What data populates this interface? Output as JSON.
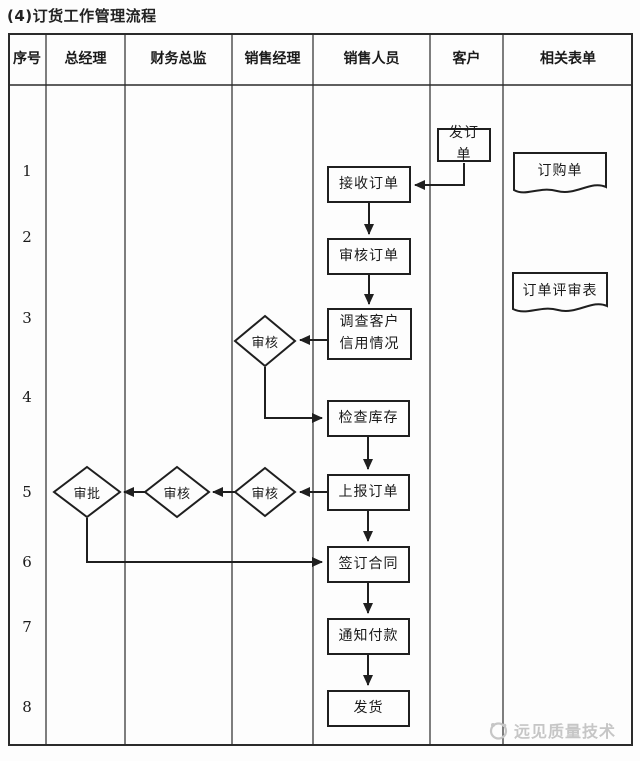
{
  "title": "(4)订货工作管理流程",
  "table": {
    "columns": {
      "seq": "序号",
      "gm": "总经理",
      "fd": "财务总监",
      "sm": "销售经理",
      "sp": "销售人员",
      "cust": "客户",
      "forms": "相关表单"
    },
    "row_numbers": [
      "1",
      "2",
      "3",
      "4",
      "5",
      "6",
      "7",
      "8"
    ]
  },
  "nodes": {
    "send_order": "发订单",
    "receive_order": "接收订单",
    "review_order": "审核订单",
    "investigate_credit": "调查客户信用情况",
    "check_stock": "检查库存",
    "submit_order": "上报订单",
    "sign_contract": "签订合同",
    "notify_payment": "通知付款",
    "ship_goods": "发货",
    "review_sm_credit": "审核",
    "review_sm_order": "审核",
    "review_fd": "审核",
    "approve_gm": "审批",
    "doc_purchase_order": "订购单",
    "doc_order_review_form": "订单评审表"
  },
  "watermark": "远见质量技术",
  "colors": {
    "line": "#1f1f1f",
    "grid": "#2b2b2b",
    "watermark": "#c6c6c6",
    "background": "#fdfdfd"
  }
}
